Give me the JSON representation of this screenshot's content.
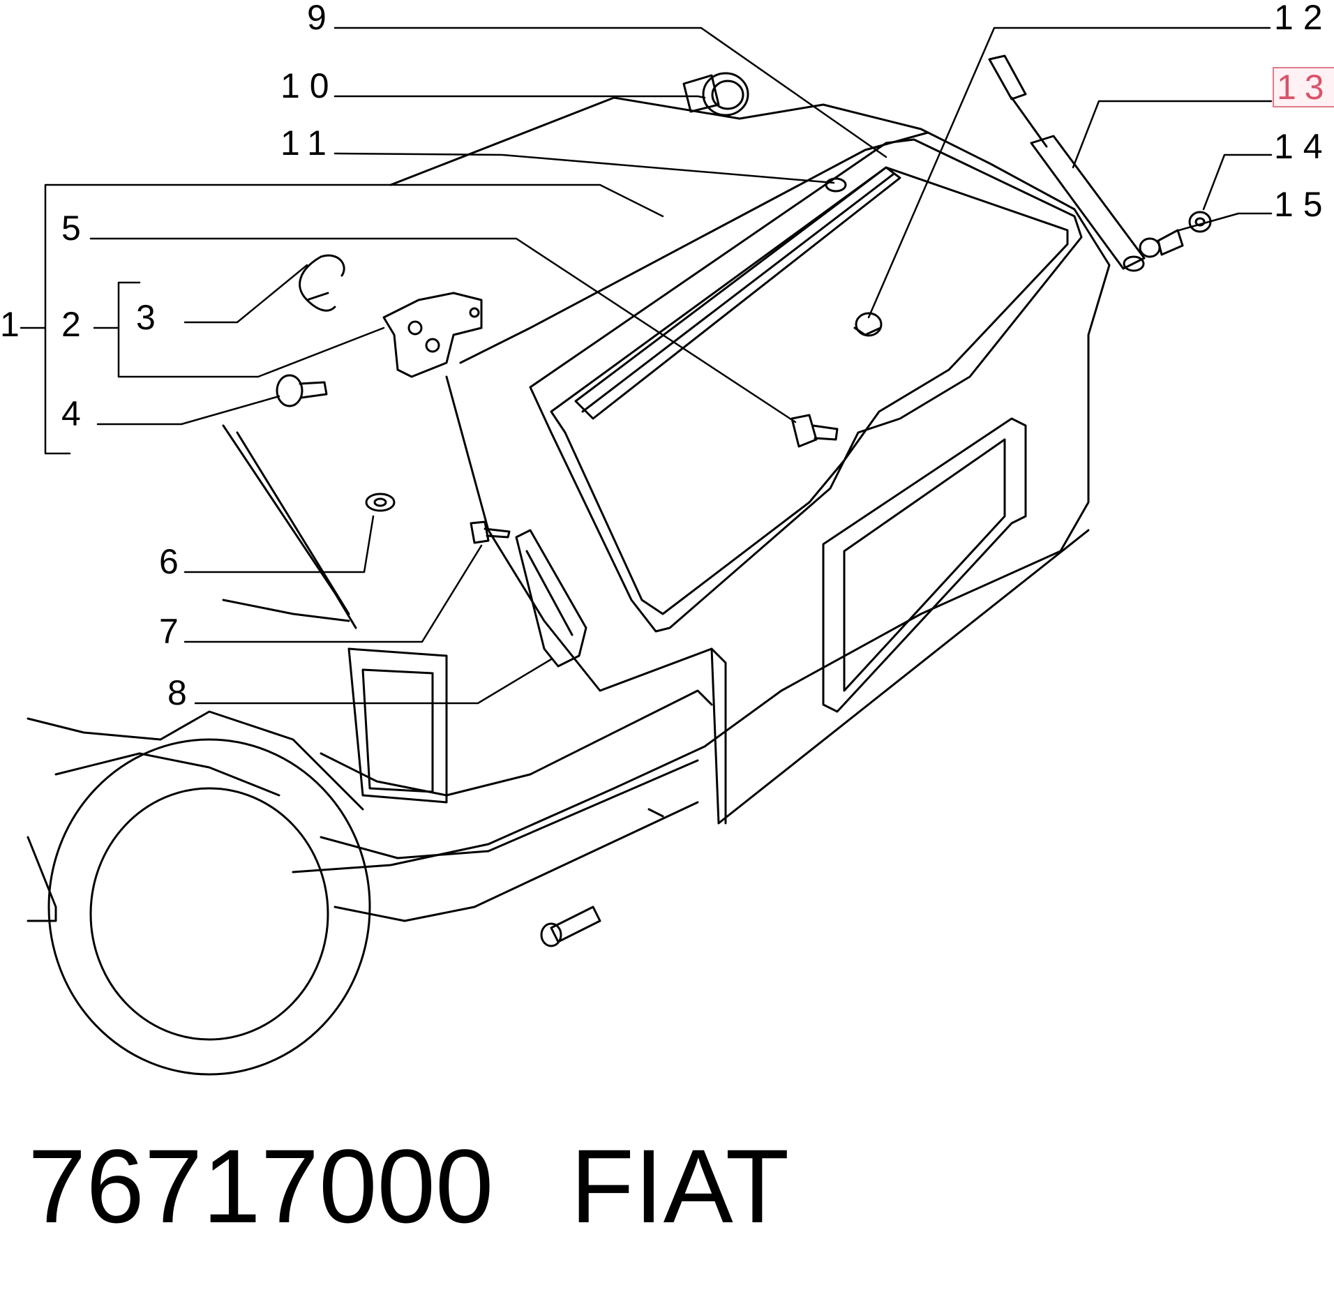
{
  "diagram": {
    "part_labels": [
      "1",
      "2",
      "3",
      "4",
      "5",
      "6",
      "7",
      "8",
      "9",
      "10",
      "11",
      "12",
      "13",
      "14",
      "15"
    ],
    "highlighted_label": "13"
  },
  "caption": {
    "part_number": "76717000",
    "brand": "FIAT"
  }
}
